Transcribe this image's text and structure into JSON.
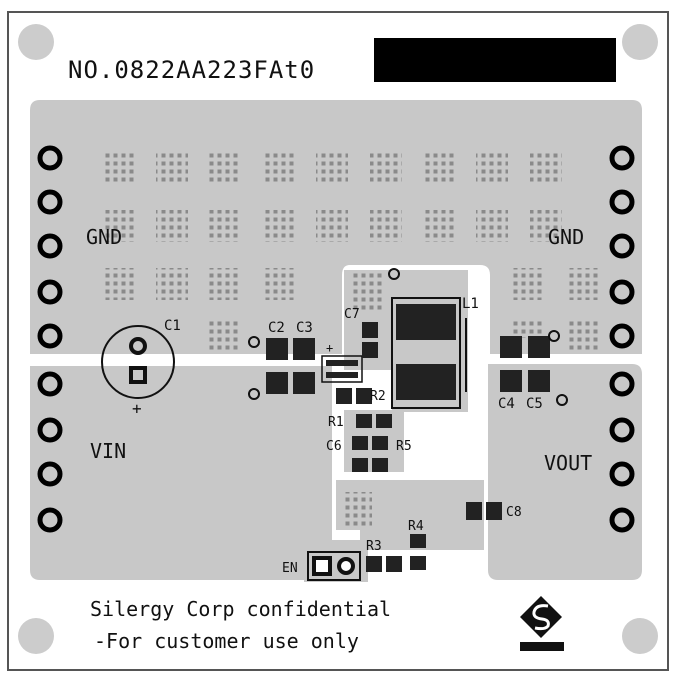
{
  "board": {
    "part_number": "NO.0822AA223FAt0",
    "footer_line1": "Silergy Corp confidential",
    "footer_line2": "-For customer use only",
    "logo_icon": "silergy-logo-icon"
  },
  "nets": {
    "gnd_left": "GND",
    "gnd_right": "GND",
    "vin": "VIN",
    "vout": "VOUT",
    "en": "EN"
  },
  "components": {
    "c1": "C1",
    "c2": "C2",
    "c3": "C3",
    "c4": "C4",
    "c5": "C5",
    "c6": "C6",
    "c7": "C7",
    "c8": "C8",
    "l1": "L1",
    "r1": "R1",
    "r2": "R2",
    "r3": "R3",
    "r4": "R4",
    "r5": "R5",
    "plus_top": "+",
    "plus_bottom": "+"
  },
  "colors": {
    "copper": "#c8c8c8",
    "pad": "#222222",
    "outline": "#444444",
    "via": "#8a8a8a"
  }
}
